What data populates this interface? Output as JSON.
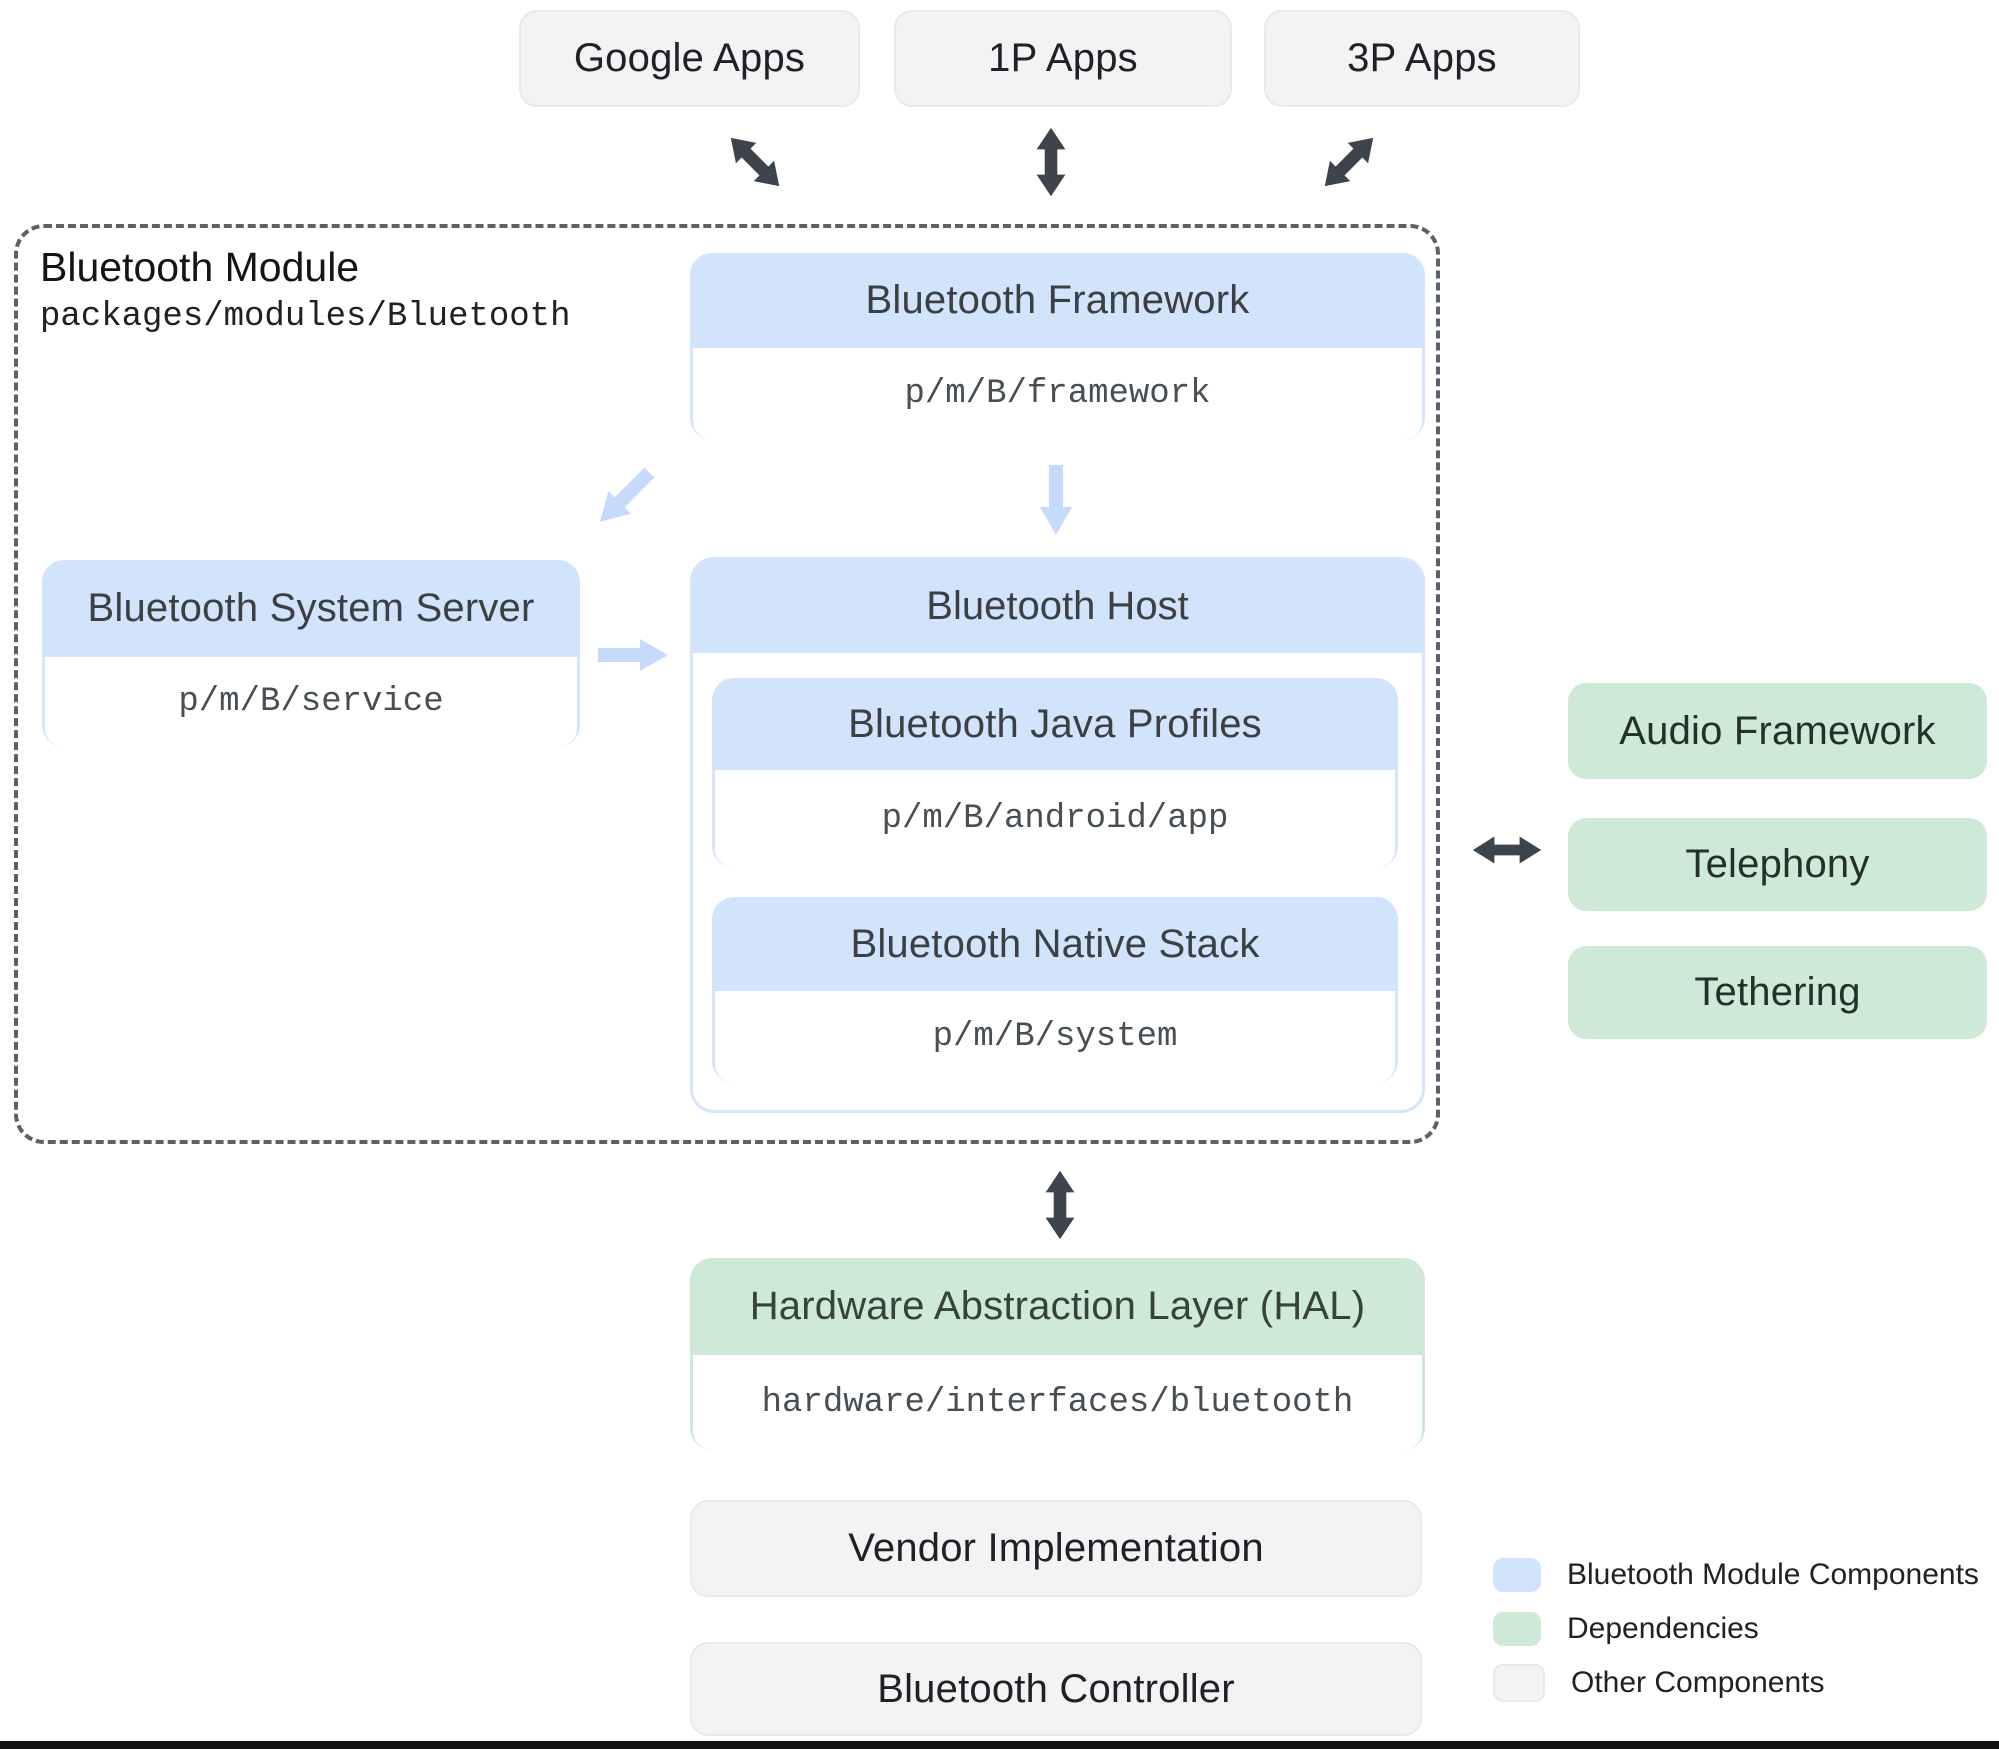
{
  "diagram": {
    "apps": [
      {
        "label": "Google Apps"
      },
      {
        "label": "1P Apps"
      },
      {
        "label": "3P Apps"
      }
    ],
    "module": {
      "title": "Bluetooth Module",
      "path": "packages/modules/Bluetooth",
      "framework": {
        "title": "Bluetooth Framework",
        "path": "p/m/B/framework"
      },
      "system_server": {
        "title": "Bluetooth System Server",
        "path": "p/m/B/service"
      },
      "host": {
        "title": "Bluetooth Host",
        "children": [
          {
            "title": "Bluetooth Java Profiles",
            "path": "p/m/B/android/app"
          },
          {
            "title": "Bluetooth Native Stack",
            "path": "p/m/B/system"
          }
        ]
      }
    },
    "dependencies": [
      {
        "label": "Audio Framework"
      },
      {
        "label": "Telephony"
      },
      {
        "label": "Tethering"
      }
    ],
    "hal": {
      "title": "Hardware Abstraction Layer (HAL)",
      "path": "hardware/interfaces/bluetooth"
    },
    "other_components": [
      {
        "label": "Vendor Implementation"
      },
      {
        "label": "Bluetooth Controller"
      }
    ],
    "legend": [
      {
        "label": "Bluetooth Module Components",
        "color": "#d2e3fc"
      },
      {
        "label": "Dependencies",
        "color": "#ceead6"
      },
      {
        "label": "Other Components",
        "color": "#f1f3f4"
      }
    ],
    "colors": {
      "module_component_fill": "#d2e3fc",
      "dependency_fill": "#ceead6",
      "other_fill": "#f1f3f4",
      "dark_arrow": "#3d444b",
      "light_arrow": "#c6dafb"
    }
  }
}
